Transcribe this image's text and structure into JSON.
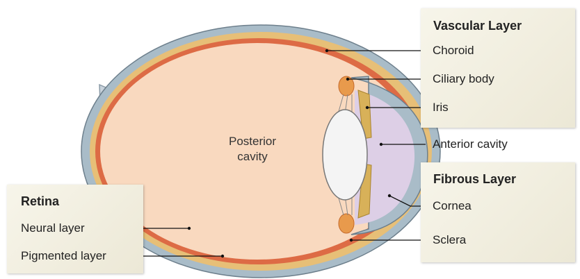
{
  "diagram": {
    "center_label": {
      "line1": "Posterior",
      "line2": "cavity"
    },
    "retina_panel": {
      "title": "Retina",
      "labels": [
        "Neural layer",
        "Pigmented layer"
      ]
    },
    "vascular_panel": {
      "title": "Vascular Layer",
      "labels": [
        "Choroid",
        "Ciliary body",
        "Iris"
      ]
    },
    "anterior_cavity_label": "Anterior cavity",
    "fibrous_panel": {
      "title": "Fibrous Layer",
      "labels": [
        "Cornea",
        "Sclera"
      ]
    }
  },
  "colors": {
    "sclera": "#a9bcc8",
    "choroid": "#e7bf77",
    "retina": "#dd6b45",
    "vitreous": "#f9d9bf",
    "anterior_cavity": "#ddcfe6",
    "lens": "#f4f4f4",
    "optic_nerve": "#c9d3dc",
    "panel": "#efecdd"
  }
}
